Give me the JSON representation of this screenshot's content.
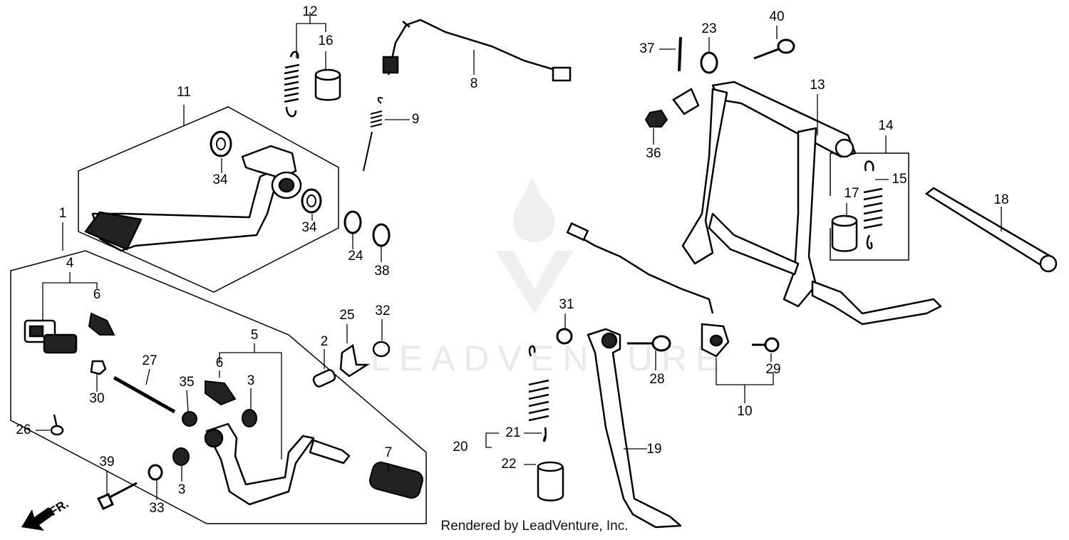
{
  "diagram": {
    "callouts": [
      {
        "id": "1",
        "label": "1"
      },
      {
        "id": "2",
        "label": "2"
      },
      {
        "id": "3a",
        "label": "3"
      },
      {
        "id": "3b",
        "label": "3"
      },
      {
        "id": "4",
        "label": "4"
      },
      {
        "id": "5",
        "label": "5"
      },
      {
        "id": "6a",
        "label": "6"
      },
      {
        "id": "6b",
        "label": "6"
      },
      {
        "id": "7",
        "label": "7"
      },
      {
        "id": "8",
        "label": "8"
      },
      {
        "id": "9",
        "label": "9"
      },
      {
        "id": "10",
        "label": "10"
      },
      {
        "id": "11",
        "label": "11"
      },
      {
        "id": "12",
        "label": "12"
      },
      {
        "id": "13",
        "label": "13"
      },
      {
        "id": "14",
        "label": "14"
      },
      {
        "id": "15",
        "label": "15"
      },
      {
        "id": "16",
        "label": "16"
      },
      {
        "id": "17",
        "label": "17"
      },
      {
        "id": "18",
        "label": "18"
      },
      {
        "id": "19",
        "label": "19"
      },
      {
        "id": "20",
        "label": "20"
      },
      {
        "id": "21",
        "label": "21"
      },
      {
        "id": "22",
        "label": "22"
      },
      {
        "id": "23",
        "label": "23"
      },
      {
        "id": "24",
        "label": "24"
      },
      {
        "id": "25",
        "label": "25"
      },
      {
        "id": "26",
        "label": "26"
      },
      {
        "id": "27",
        "label": "27"
      },
      {
        "id": "28",
        "label": "28"
      },
      {
        "id": "29",
        "label": "29"
      },
      {
        "id": "30",
        "label": "30"
      },
      {
        "id": "31",
        "label": "31"
      },
      {
        "id": "32",
        "label": "32"
      },
      {
        "id": "33",
        "label": "33"
      },
      {
        "id": "34a",
        "label": "34"
      },
      {
        "id": "34b",
        "label": "34"
      },
      {
        "id": "35",
        "label": "35"
      },
      {
        "id": "36",
        "label": "36"
      },
      {
        "id": "37",
        "label": "37"
      },
      {
        "id": "38",
        "label": "38"
      },
      {
        "id": "39",
        "label": "39"
      },
      {
        "id": "40",
        "label": "40"
      }
    ],
    "direction_label": "FR.",
    "watermark_text": "LEADVENTURE",
    "credit": "Rendered by LeadVenture, Inc."
  }
}
